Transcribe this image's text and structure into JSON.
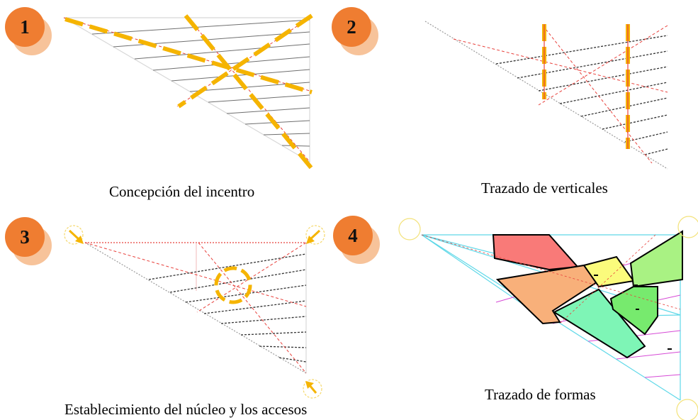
{
  "panels": [
    {
      "id": "1",
      "number": "1",
      "caption": "Concepción del incentro"
    },
    {
      "id": "2",
      "number": "2",
      "caption": "Trazado de verticales"
    },
    {
      "id": "3",
      "number": "3",
      "caption": "Establecimiento del núcleo y los accesos"
    },
    {
      "id": "4",
      "number": "4",
      "caption": "Trazado de formas"
    }
  ],
  "colors": {
    "badge": "#ef7d31",
    "badge_shadow": "#f7c39a",
    "highlight": "#f5b400",
    "construction_red": "#e8413c",
    "construction_cyan": "#5fd8e8",
    "shape_red": "#f97a78",
    "shape_orange": "#f8b07a",
    "shape_yellow": "#fbfb7c",
    "shape_green": "#a9f283",
    "shape_teal": "#7ef5b6",
    "shape_lightgreen": "#77ea6e"
  }
}
